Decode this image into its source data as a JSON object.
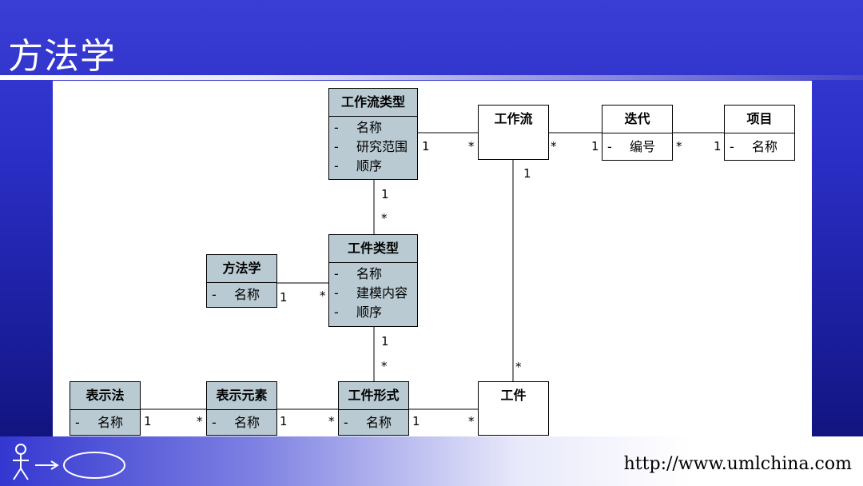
{
  "slide": {
    "title": "方法学",
    "url": "http://www.umlchina.com"
  },
  "colors": {
    "background": "#2c2fc8",
    "class_fill": "#b9cad2",
    "panel": "#ffffff"
  },
  "classes": {
    "workflow_type": {
      "name": "工作流类型",
      "attributes": [
        "名称",
        "研究范围",
        "顺序"
      ]
    },
    "workflow": {
      "name": "工作流"
    },
    "iteration": {
      "name": "迭代",
      "attributes": [
        "编号"
      ]
    },
    "project": {
      "name": "项目",
      "attributes": [
        "名称"
      ]
    },
    "methodology": {
      "name": "方法学",
      "attributes": [
        "名称"
      ]
    },
    "artifact_type": {
      "name": "工件类型",
      "attributes": [
        "名称",
        "建模内容",
        "顺序"
      ]
    },
    "notation": {
      "name": "表示法",
      "attributes": [
        "名称"
      ]
    },
    "notation_element": {
      "name": "表示元素",
      "attributes": [
        "名称"
      ]
    },
    "artifact_form": {
      "name": "工件形式",
      "attributes": [
        "名称"
      ]
    },
    "artifact": {
      "name": "工件"
    }
  },
  "attr_marker": "-",
  "multiplicities": {
    "wft_wf_a": "1",
    "wft_wf_b": "*",
    "wf_it_a": "*",
    "wf_it_b": "1",
    "it_pj_a": "*",
    "it_pj_b": "1",
    "wf_art_a": "1",
    "wf_art_b": "*",
    "wft_at_a": "1",
    "wft_at_b": "*",
    "me_at_a": "1",
    "me_at_b": "*",
    "at_af_a": "1",
    "at_af_b": "*",
    "no_ne_a": "1",
    "no_ne_b": "*",
    "ne_af_a": "1",
    "ne_af_b": "*",
    "af_art_a": "1",
    "af_art_b": "*"
  }
}
